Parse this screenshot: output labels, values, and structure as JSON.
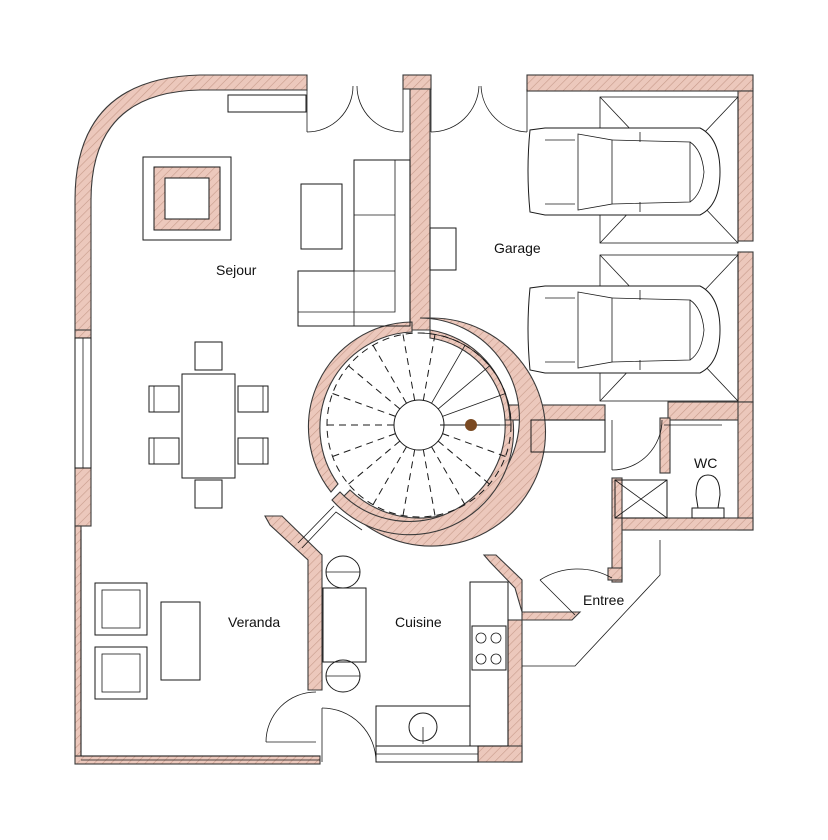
{
  "rooms": {
    "sejour": "Sejour",
    "garage": "Garage",
    "wc": "WC",
    "entree": "Entree",
    "veranda": "Veranda",
    "cuisine": "Cuisine"
  },
  "colors": {
    "wall_fill": "#ecc8bc",
    "wall_hatch": "#c79a8a",
    "wall_outline": "#3a3a3a",
    "furniture_line": "#1a1a1a",
    "stair_post": "#7a4a22"
  }
}
